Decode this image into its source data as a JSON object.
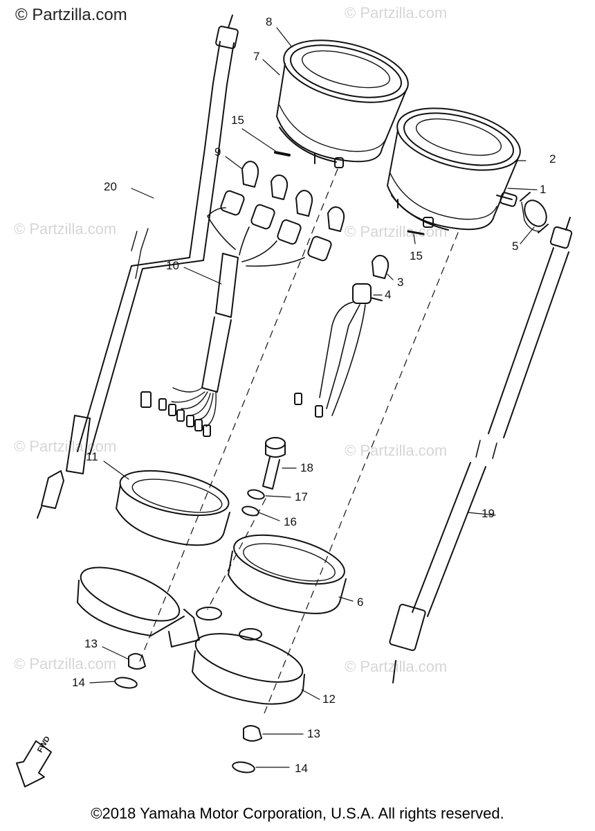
{
  "watermark": {
    "top_left": "© Partzilla.com",
    "repeat": "© Partzilla.com"
  },
  "callouts": {
    "c1": "1",
    "c2": "2",
    "c3": "3",
    "c4": "4",
    "c5": "5",
    "c6": "6",
    "c7": "7",
    "c8": "8",
    "c9": "9",
    "c10": "10",
    "c11": "11",
    "c12": "12",
    "c13a": "13",
    "c13b": "13",
    "c14a": "14",
    "c14b": "14",
    "c15a": "15",
    "c15b": "15",
    "c16": "16",
    "c17": "17",
    "c18": "18",
    "c19": "19",
    "c20": "20"
  },
  "fwd_label": "FWD",
  "footer": {
    "copyright": "©2018 Yamaha Motor Corporation, U.S.A. All rights reserved."
  },
  "colors": {
    "ink": "#111111",
    "watermark": "#d6d6d6",
    "background": "#ffffff"
  }
}
